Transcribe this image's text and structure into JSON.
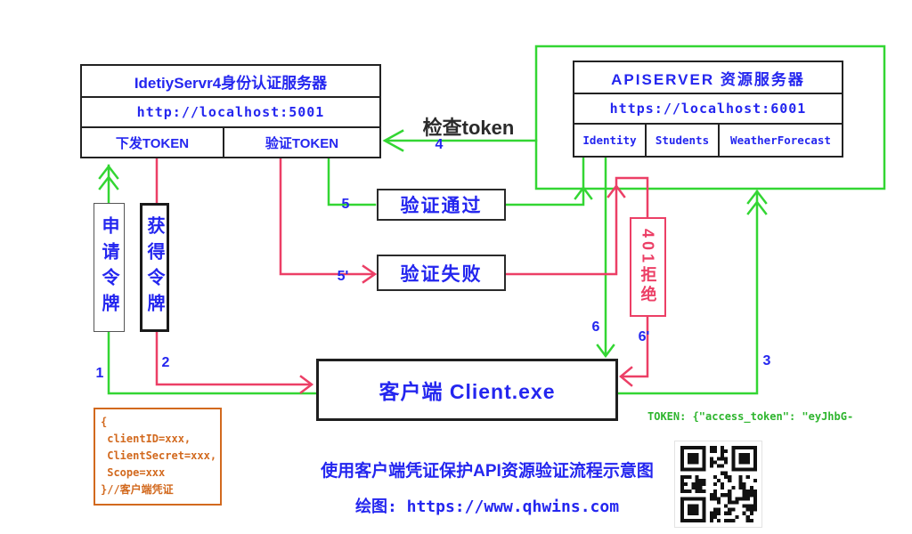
{
  "diagram": {
    "identity_server": {
      "title": "IdetiyServr4身份认证服务器",
      "url": "http://localhost:5001",
      "cells": [
        "下发TOKEN",
        "验证TOKEN"
      ]
    },
    "api_server": {
      "title": "APISERVER 资源服务器",
      "url": "https://localhost:6001",
      "cells": [
        "Identity",
        "Students",
        "WeatherForecast"
      ]
    },
    "client": {
      "label": "客户端 Client.exe"
    },
    "apply_token": "申请令牌",
    "get_token": "获得令牌",
    "verify_pass": "验证通过",
    "verify_fail": "验证失败",
    "reject_401": "401拒绝",
    "check_token": "检查token",
    "steps": {
      "n1": "1",
      "n2": "2",
      "n3": "3",
      "n4": "4",
      "n5": "5",
      "n5b": "5'",
      "n6": "6",
      "n6b": "6'"
    },
    "credential": {
      "lines": [
        "{",
        " clientID=xxx,",
        " ClientSecret=xxx,",
        " Scope=xxx",
        "}//客户端凭证"
      ]
    },
    "token_note": "TOKEN: {\"access_token\": \"eyJhbG-",
    "caption": "使用客户端凭证保护API资源验证流程示意图",
    "credit": "绘图: https://www.qhwins.com"
  },
  "colors": {
    "text_blue": "#2426ef",
    "flow_green": "#33d633",
    "flow_crimson": "#ec3f66",
    "credential_orange": "#d2691e",
    "token_note_green": "#2eb52e",
    "border_ink": "#222222"
  }
}
